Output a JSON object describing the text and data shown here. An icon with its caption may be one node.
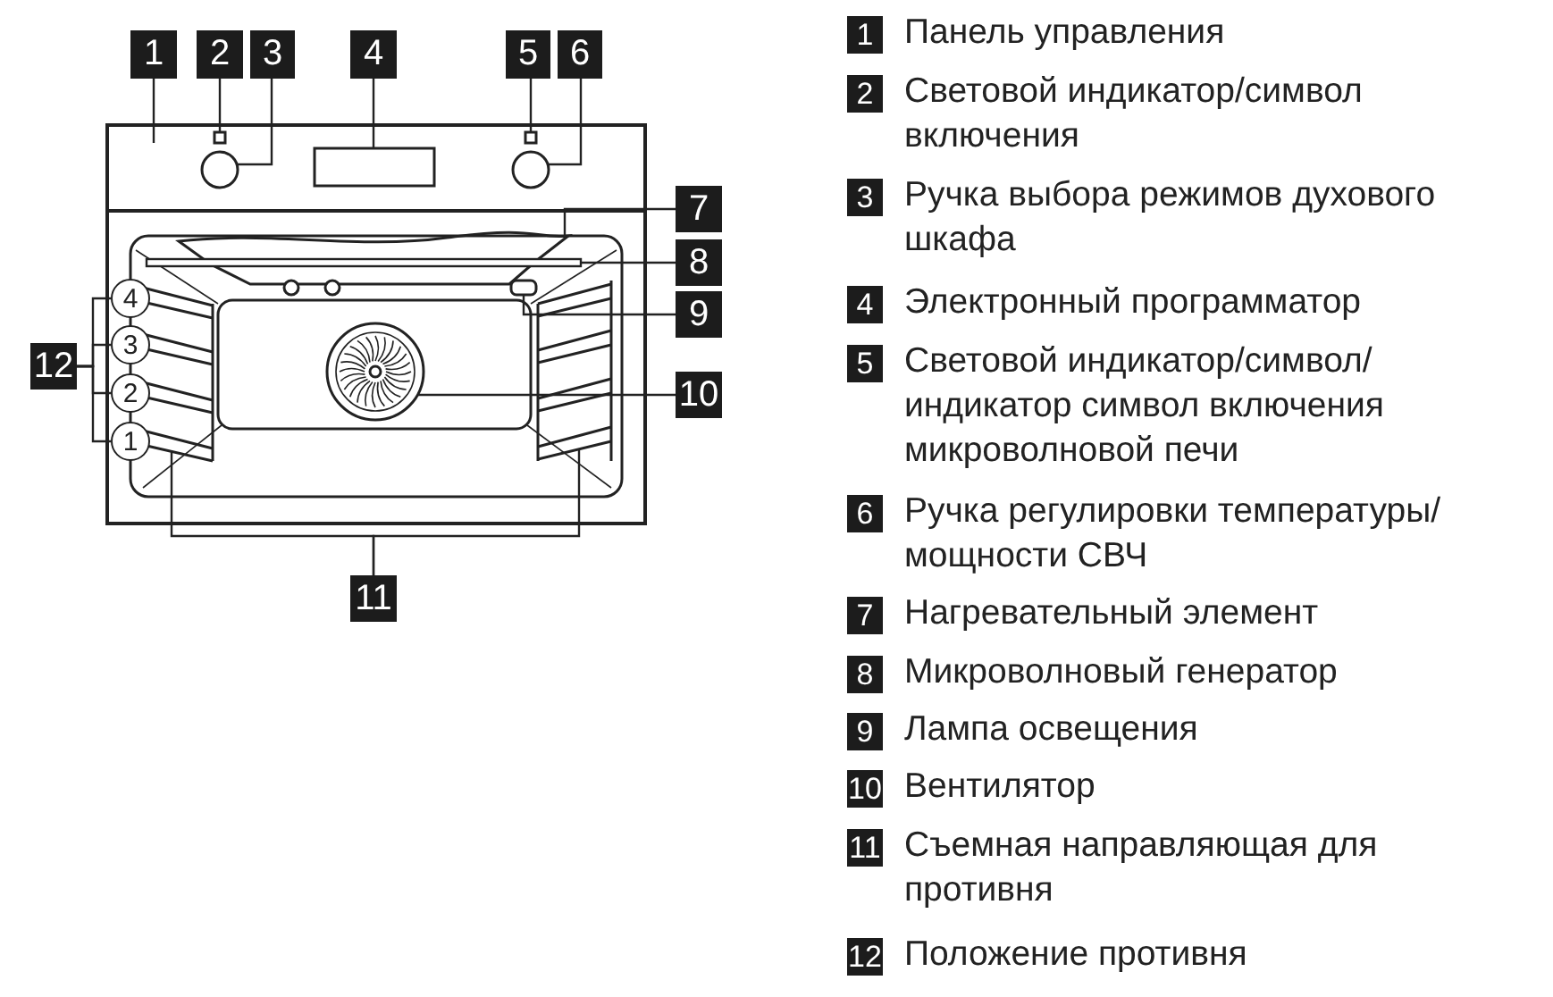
{
  "diagram": {
    "nodes": [
      {
        "text": [
          "1"
        ]
      },
      {
        "text": [
          "2"
        ]
      },
      {
        "text": [
          "3"
        ]
      },
      {
        "text": [
          "4"
        ]
      },
      {
        "text": [
          "5"
        ]
      },
      {
        "text": [
          "6"
        ]
      },
      {
        "text": [
          "7"
        ]
      },
      {
        "text": [
          "8"
        ]
      },
      {
        "text": [
          "9"
        ]
      },
      {
        "text": [
          "10"
        ]
      },
      {
        "text": [
          "11"
        ]
      },
      {
        "text": [
          "12"
        ]
      },
      {
        "text": [
          "4"
        ]
      },
      {
        "text": [
          "3"
        ]
      },
      {
        "text": [
          "2"
        ]
      },
      {
        "text": [
          "1"
        ]
      },
      {
        "text": [],
        "shape": "box"
      },
      {
        "text": [],
        "shape": "box",
        "in": 16
      },
      {
        "text": [],
        "shape": "circle",
        "in": 16
      },
      {
        "text": [],
        "shape": "box",
        "in": 16
      },
      {
        "text": [],
        "shape": "box",
        "in": 16
      },
      {
        "text": [],
        "shape": "circle",
        "in": 16
      },
      {
        "text": [],
        "shape": "picture"
      },
      {
        "text": [],
        "shape": "bar"
      },
      {
        "text": [],
        "shape": "box"
      },
      {
        "text": [],
        "shape": "circle"
      },
      {
        "text": [],
        "shape": "picture"
      },
      {
        "text": [],
        "shape": "picture"
      }
    ],
    "edges": [
      {
        "from": 0,
        "to": 16,
        "arrow": "none"
      },
      {
        "from": 1,
        "to": 17,
        "arrow": "none"
      },
      {
        "from": 2,
        "to": 18,
        "arrow": "none"
      },
      {
        "from": 3,
        "to": 19,
        "arrow": "none"
      },
      {
        "from": 4,
        "to": 20,
        "arrow": "none"
      },
      {
        "from": 5,
        "to": 21,
        "arrow": "none"
      },
      {
        "from": 6,
        "to": 22,
        "arrow": "none"
      },
      {
        "from": 7,
        "to": 23,
        "arrow": "none"
      },
      {
        "from": 8,
        "to": 24,
        "arrow": "none"
      },
      {
        "from": 9,
        "to": 25,
        "arrow": "none"
      },
      {
        "from": 10,
        "to": 26,
        "arrow": "none"
      },
      {
        "from": 10,
        "to": 27,
        "arrow": "none"
      },
      {
        "from": 11,
        "to": 12,
        "arrow": "none"
      },
      {
        "from": 11,
        "to": 13,
        "arrow": "none"
      },
      {
        "from": 11,
        "to": 14,
        "arrow": "none"
      },
      {
        "from": 11,
        "to": 15,
        "arrow": "none"
      }
    ],
    "labels": [
      "1",
      "Панель управления",
      "2",
      "Световой индикатор/символ включения",
      "3",
      "Ручка выбора режимов духового шкафа",
      "4",
      "Электронный программатор",
      "5",
      "Световой индикатор/символ/ индикатор символ включения микроволновой печи",
      "6",
      "Ручка регулировки температуры/ мощности СВЧ",
      "7",
      "Нагревательный элемент",
      "8",
      "Микроволновый генератор",
      "9",
      "Лампа освещения",
      "10",
      "Вентилятор",
      "11",
      "Съемная направляющая для противня",
      "12",
      "Положение противня"
    ]
  }
}
